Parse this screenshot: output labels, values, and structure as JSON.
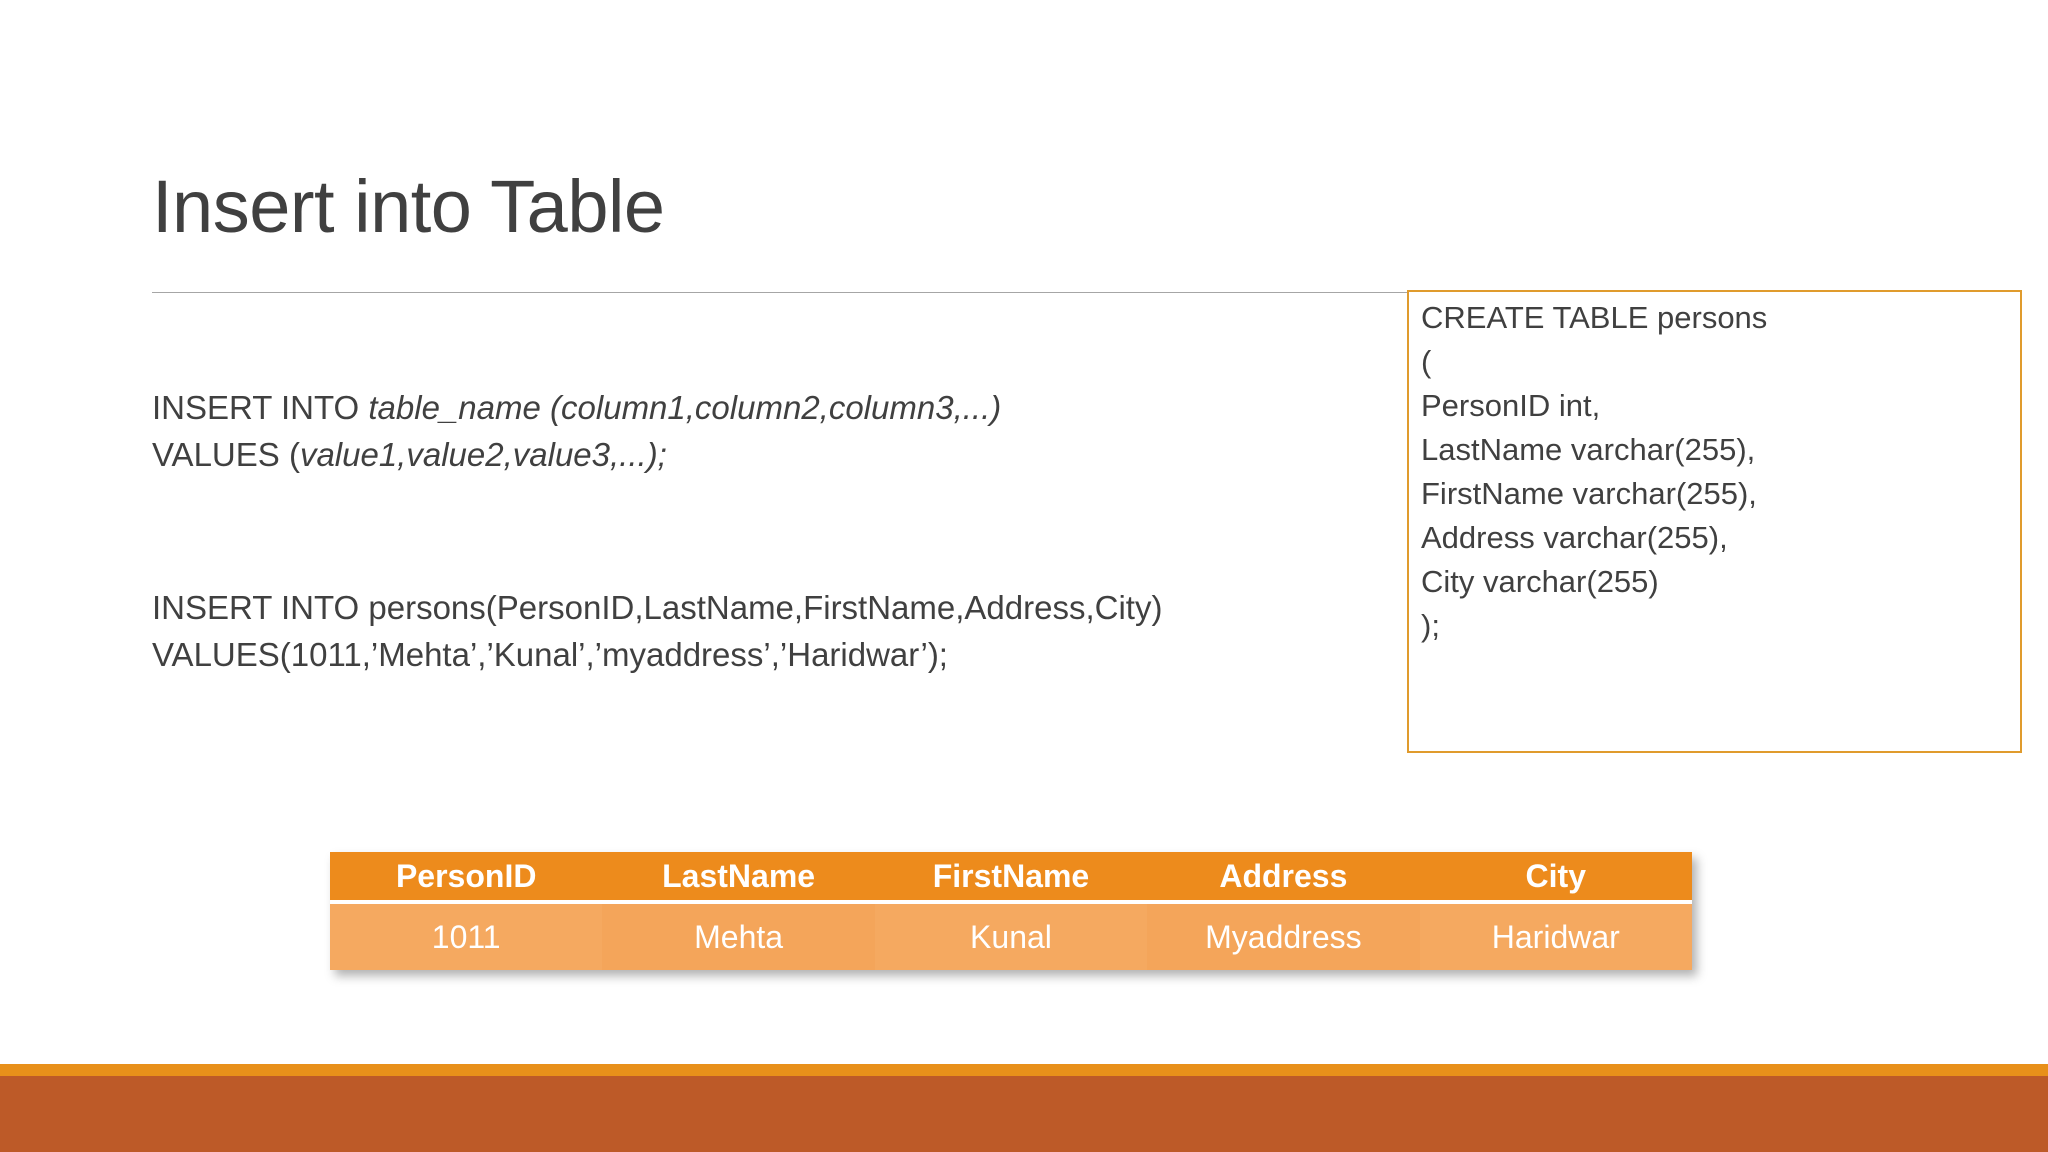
{
  "slide": {
    "title": "Insert into Table",
    "background_color": "#FFFFFF",
    "title_color": "#404040"
  },
  "body": {
    "syntax": {
      "line1_prefix": "INSERT INTO ",
      "line1_table": "table_name",
      "line1_mid": " (",
      "line1_columns": "column1,column2,column3",
      "line1_suffix": ",...)",
      "line2_prefix": "VALUES (",
      "line2_values": "value1,value2,value3",
      "line2_suffix": ",...);"
    },
    "example": {
      "line1": "INSERT INTO persons(PersonID,LastName,FirstName,Address,City)",
      "line2": "VALUES(1011,’Mehta’,’Kunal’,’myaddress’,’Haridwar’);"
    }
  },
  "create_box": {
    "border_color": "#E09B2D",
    "text": "CREATE TABLE persons\n(\nPersonID int,\nLastName varchar(255),\nFirstName varchar(255),\nAddress varchar(255),\nCity varchar(255)\n);"
  },
  "data_table": {
    "header_color": "#ED8B1C",
    "row_color": "#F5A960",
    "columns": [
      "PersonID",
      "LastName",
      "FirstName",
      "Address",
      "City"
    ],
    "rows": [
      [
        "1011",
        "Mehta",
        "Kunal",
        "Myaddress",
        "Haridwar"
      ]
    ]
  },
  "decor": {
    "thin_bar_color": "#E8901A",
    "thick_bar_color": "#BD5A28"
  }
}
